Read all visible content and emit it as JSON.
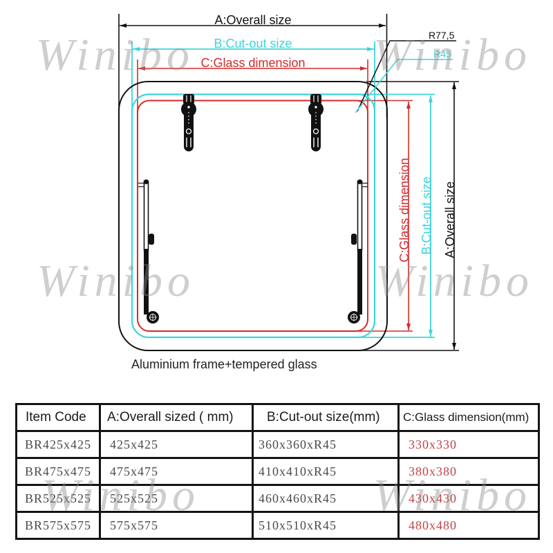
{
  "drawing": {
    "dimension_labels": {
      "overall": "A:Overall size",
      "cutout": "B:Cut-out size",
      "glass": "C:Glass dimension"
    },
    "radius_labels": {
      "outer": "R77,5",
      "cutout": "R45"
    },
    "caption": "Aluminium frame+tempered glass",
    "colors": {
      "overall": "#111111",
      "cutout": "#3dd4da",
      "glass": "#d52a2a",
      "table_glass_text": "#c4424a"
    }
  },
  "table": {
    "headers": {
      "item_code": "Item Code",
      "overall": "A:Overall sized ( mm)",
      "cutout": "B:Cut-out size(mm)",
      "glass": "C:Glass dimension(mm)"
    },
    "rows": [
      {
        "item_code": "BR425x425",
        "overall": "425x425",
        "cutout": "360x360xR45",
        "glass": "330x330"
      },
      {
        "item_code": "BR475x475",
        "overall": "475x475",
        "cutout": "410x410xR45",
        "glass": "380x380"
      },
      {
        "item_code": "BR525x525",
        "overall": "525x525",
        "cutout": "460x460xR45",
        "glass": "430x430"
      },
      {
        "item_code": "BR575x575",
        "overall": "575x575",
        "cutout": "510x510xR45",
        "glass": "480x480"
      }
    ]
  },
  "watermark": {
    "text": "Winibo"
  }
}
